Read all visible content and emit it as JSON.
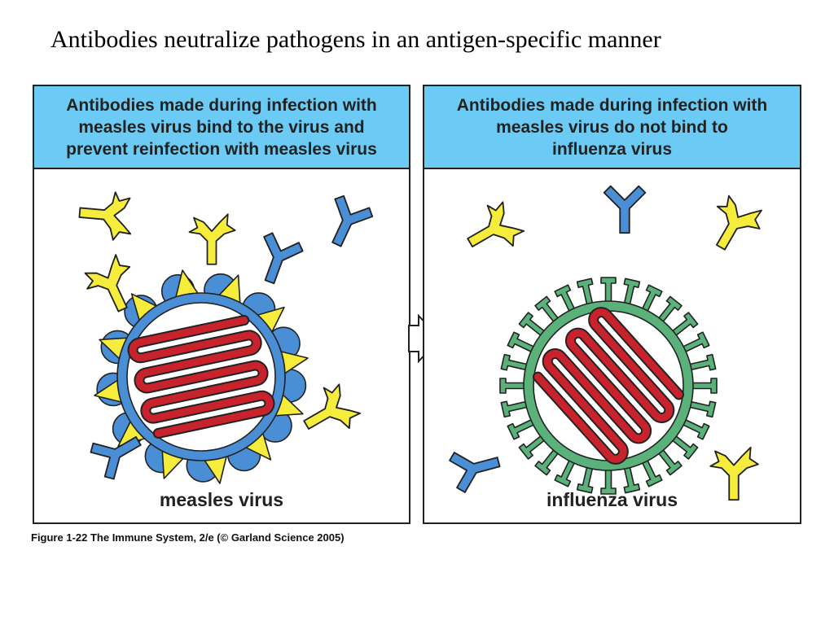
{
  "slide_title": "Antibodies neutralize pathogens in an antigen-specific manner",
  "panels": {
    "left": {
      "header_lines": [
        "Antibodies made during infection with",
        "measles virus bind to the virus and",
        "prevent reinfection with measles virus"
      ],
      "label": "measles virus"
    },
    "right": {
      "header_lines": [
        "Antibodies made during infection with",
        "measles virus do not bind to",
        "influenza virus"
      ],
      "label": "influenza virus"
    }
  },
  "caption": "Figure 1-22  The Immune System, 2/e (© Garland Science 2005)",
  "colors": {
    "header_bg": "#6ccbf4",
    "antibody_blue": "#4a8fd6",
    "antibody_yellow": "#f6ec3c",
    "measles_envelope": "#4a8fd6",
    "influenza_envelope": "#5ab27a",
    "genome_red": "#c8232c",
    "outline": "#222222"
  }
}
